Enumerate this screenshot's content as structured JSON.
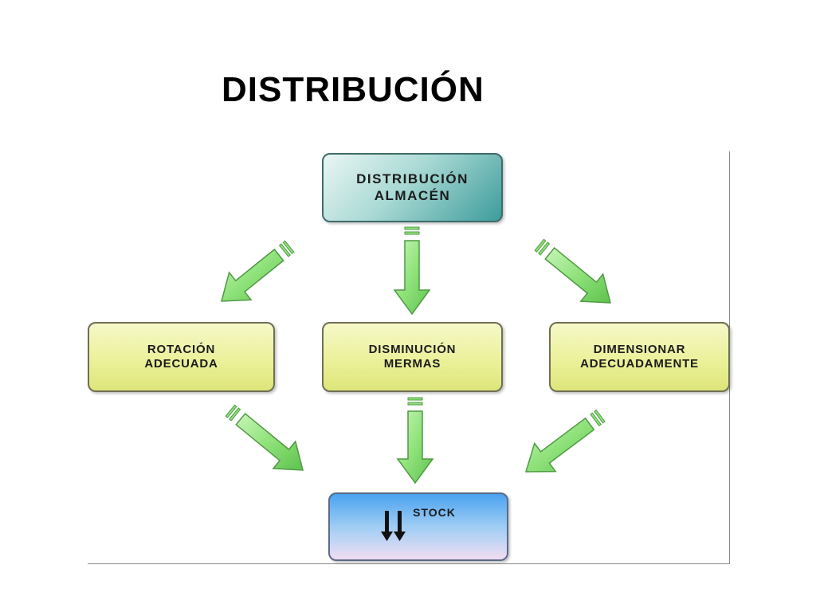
{
  "title": "DISTRIBUCIÓN",
  "nodes": {
    "top": {
      "line1": "DISTRIBUCIÓN",
      "line2": "ALMACÉN"
    },
    "left": {
      "line1": "ROTACIÓN",
      "line2": "ADECUADA"
    },
    "center": {
      "line1": "DISMINUCIÓN",
      "line2": "MERMAS"
    },
    "right": {
      "line1": "DIMENSIONAR",
      "line2": "ADECUADAMENTE"
    },
    "stock": {
      "label": "STOCK"
    }
  },
  "edges": [
    {
      "from": "top",
      "to": "left"
    },
    {
      "from": "top",
      "to": "center"
    },
    {
      "from": "top",
      "to": "right"
    },
    {
      "from": "left",
      "to": "stock"
    },
    {
      "from": "center",
      "to": "stock"
    },
    {
      "from": "right",
      "to": "stock"
    }
  ],
  "colors": {
    "arrow_fill": "#8fe27a",
    "arrow_stroke": "#4f9a45",
    "top_box": "#3d9c9c",
    "mid_boxes": "#eaf096",
    "stock_box": "#4aa2f0"
  }
}
